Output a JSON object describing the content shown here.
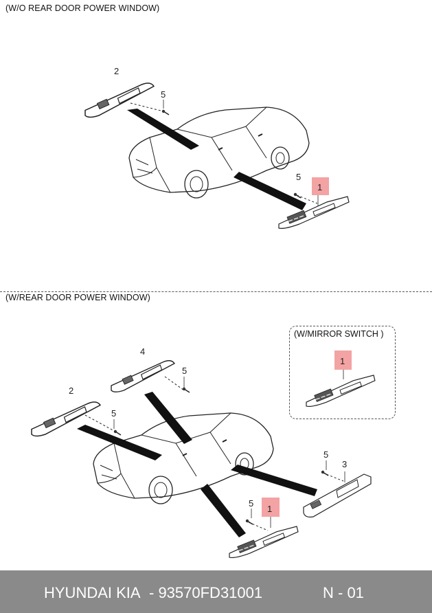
{
  "headings": {
    "without_rear": "(W/O REAR DOOR POWER WINDOW)",
    "with_rear": "(W/REAR DOOR POWER WINDOW)",
    "mirror": "(W/MIRROR SWITCH )"
  },
  "callouts": {
    "top_2": "2",
    "top_5a": "5",
    "top_5b": "5",
    "top_1": "1",
    "bot_4": "4",
    "bot_5a": "5",
    "bot_2": "2",
    "bot_5b": "5",
    "bot_1_mirror": "1",
    "bot_5c": "5",
    "bot_3": "3",
    "bot_5d": "5",
    "bot_1": "1"
  },
  "footer": {
    "brand": "HYUNDAI  KIA",
    "part": "- 93570FD31001",
    "ref": "N - 01"
  },
  "colors": {
    "highlight": "#f3a3a3",
    "footer_bg": "#8a8a8a"
  }
}
